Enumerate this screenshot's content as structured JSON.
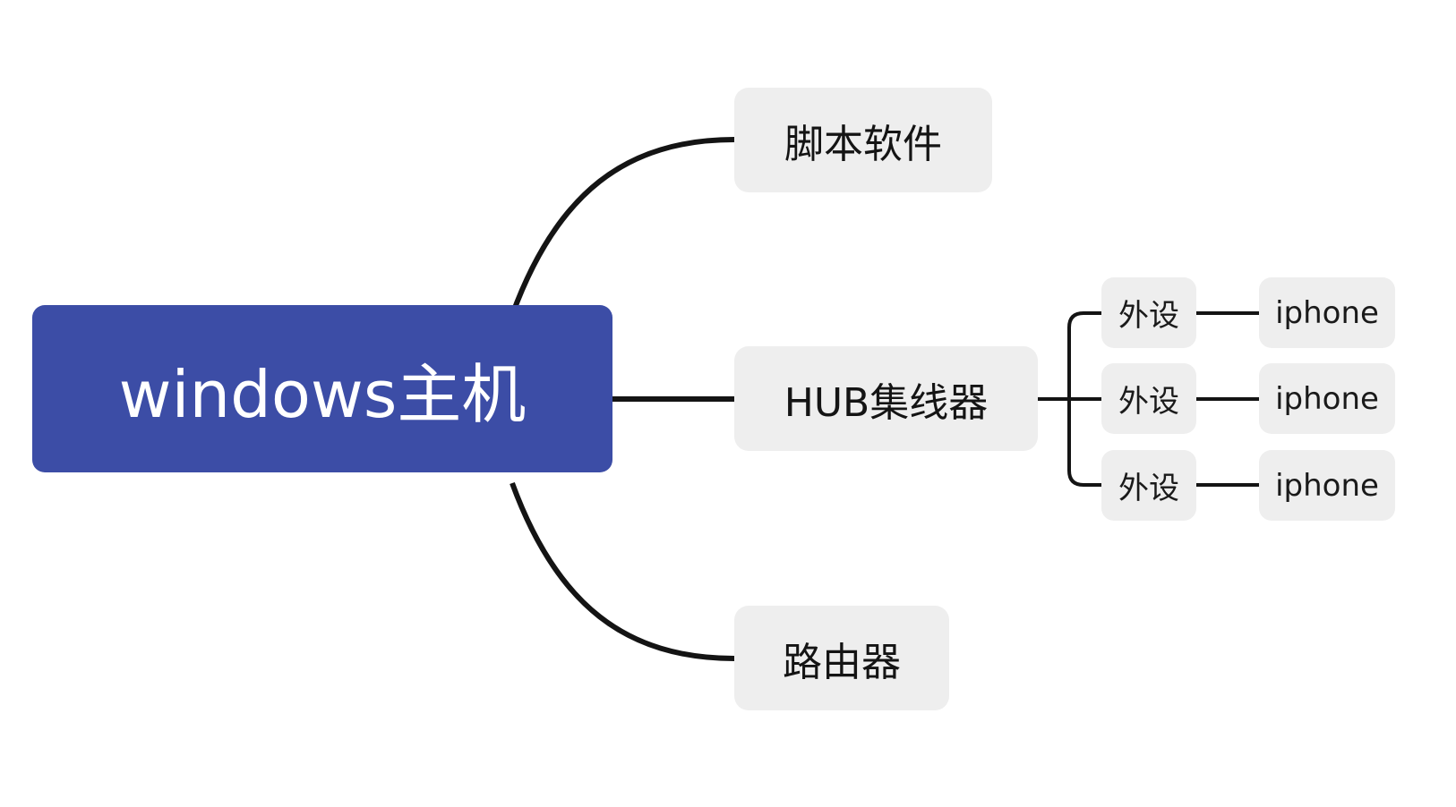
{
  "diagram": {
    "type": "mind-map",
    "colors": {
      "root_fill": "#3c4da6",
      "root_text": "#ffffff",
      "node_fill": "#eeeeee",
      "node_text": "#141414",
      "connector": "#141414"
    },
    "root": {
      "label": "windows主机"
    },
    "branches": [
      {
        "label": "脚本软件"
      },
      {
        "label": "HUB集线器",
        "children": [
          {
            "label": "外设",
            "child": {
              "label": "iphone"
            }
          },
          {
            "label": "外设",
            "child": {
              "label": "iphone"
            }
          },
          {
            "label": "外设",
            "child": {
              "label": "iphone"
            }
          }
        ]
      },
      {
        "label": "路由器"
      }
    ]
  }
}
